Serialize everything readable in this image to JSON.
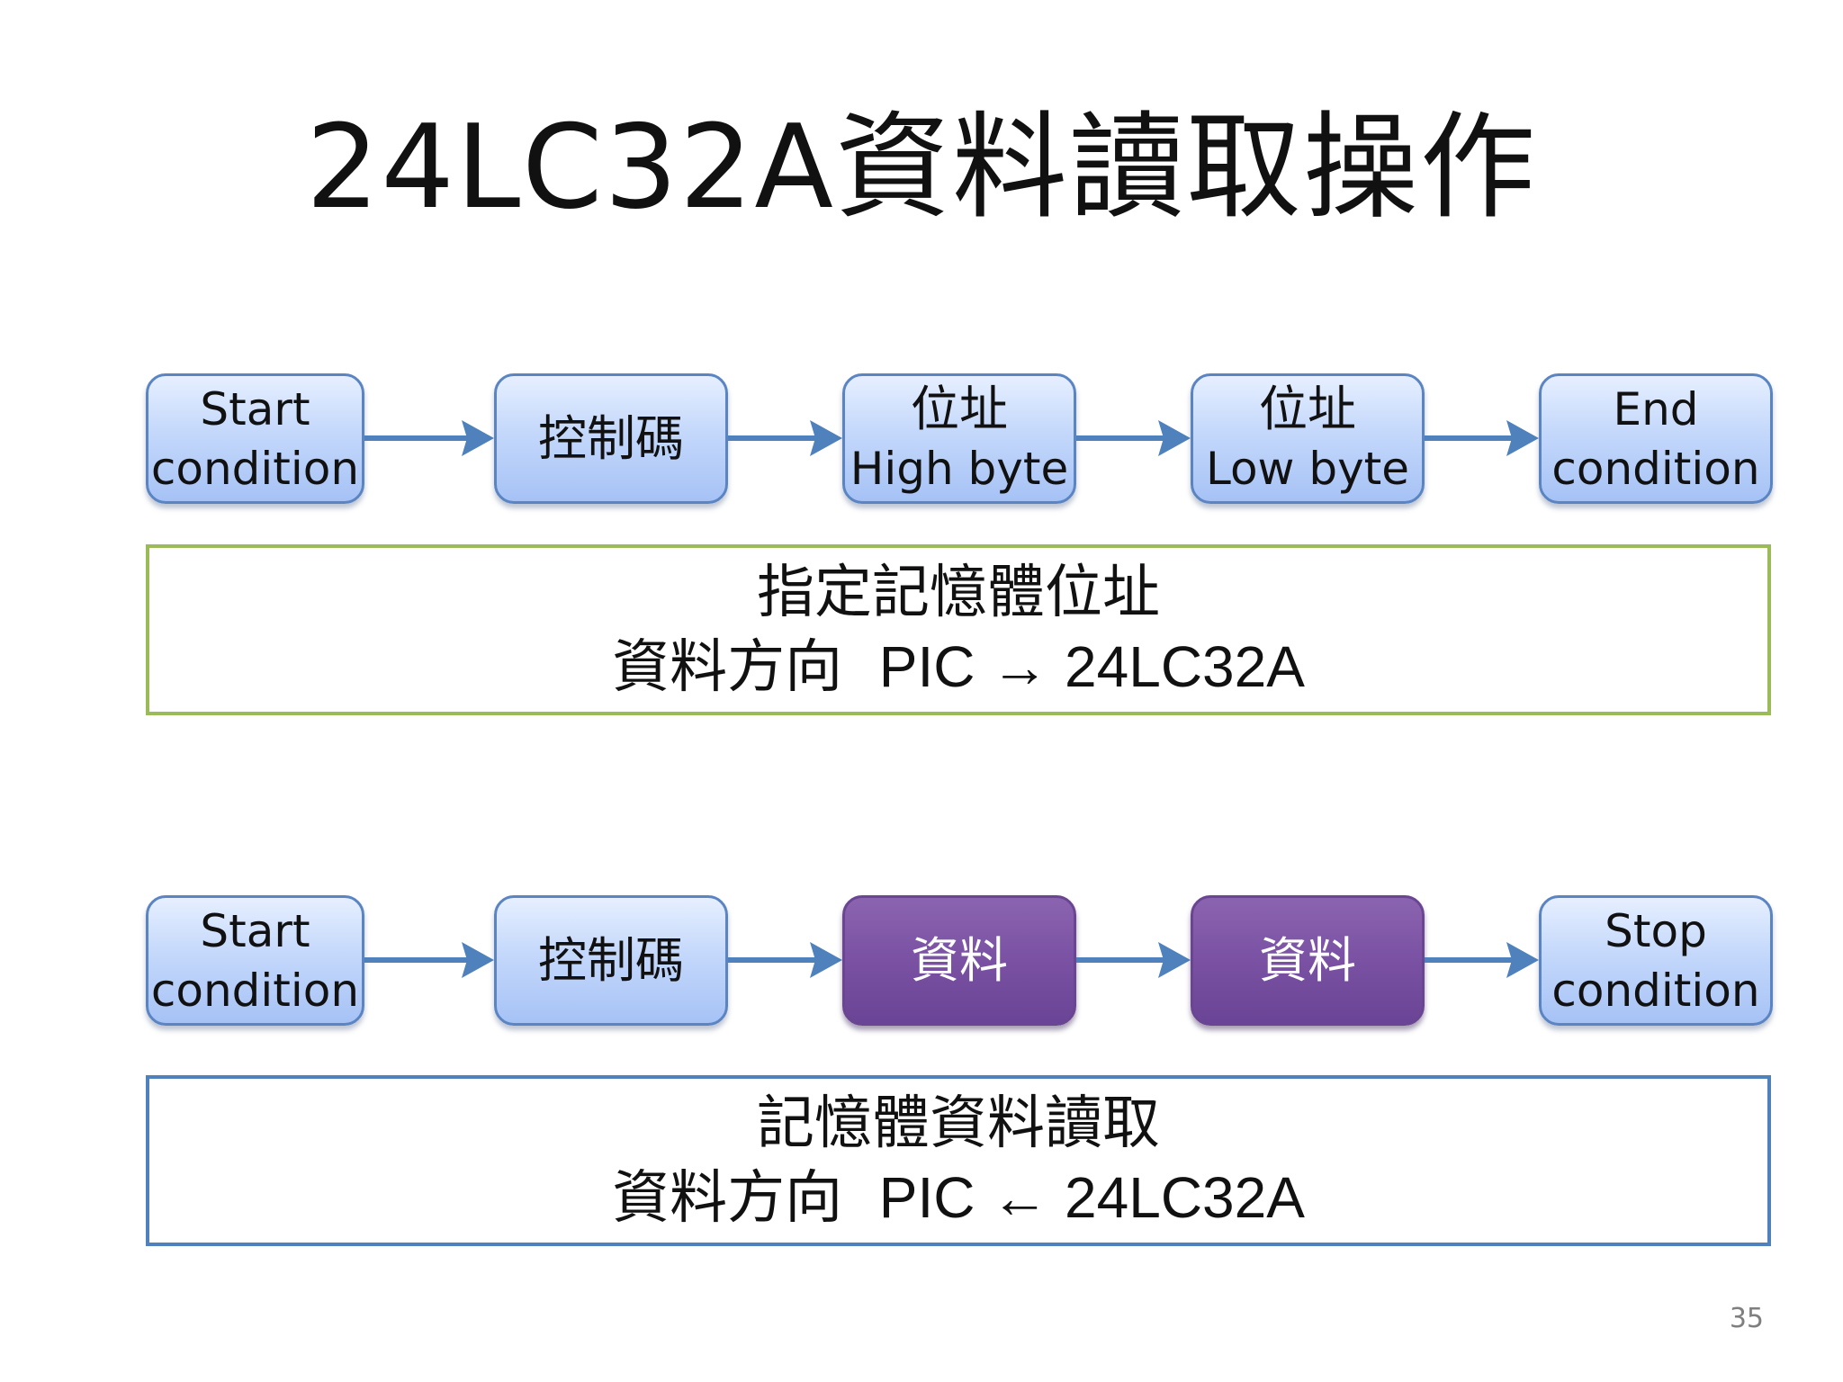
{
  "title": "24LC32A資料讀取操作",
  "write_phase": {
    "steps": [
      {
        "line1": "Start",
        "line2": "condition"
      },
      {
        "line1": "控制碼",
        "line2": ""
      },
      {
        "line1": "位址",
        "line2": "High byte"
      },
      {
        "line1": "位址",
        "line2": "Low byte"
      },
      {
        "line1": "End",
        "line2": "condition"
      }
    ],
    "description": {
      "line1": "指定記憶體位址",
      "direction_label": "資料方向",
      "direction_text": "PIC → 24LC32A"
    }
  },
  "read_phase": {
    "steps": [
      {
        "line1": "Start",
        "line2": "condition"
      },
      {
        "line1": "控制碼",
        "line2": ""
      },
      {
        "line1": "資料",
        "line2": ""
      },
      {
        "line1": "資料",
        "line2": ""
      },
      {
        "line1": "Stop",
        "line2": "condition"
      }
    ],
    "description": {
      "line1": "記憶體資料讀取",
      "direction_label": "資料方向",
      "direction_text": "PIC ← 24LC32A"
    }
  },
  "page_number": "35",
  "colors": {
    "box_blue_border": "#5b85c2",
    "box_purple_fill": "#7a51a3",
    "arrow": "#4f81bd",
    "write_border": "#9bbb59",
    "read_border": "#4f81bd"
  }
}
